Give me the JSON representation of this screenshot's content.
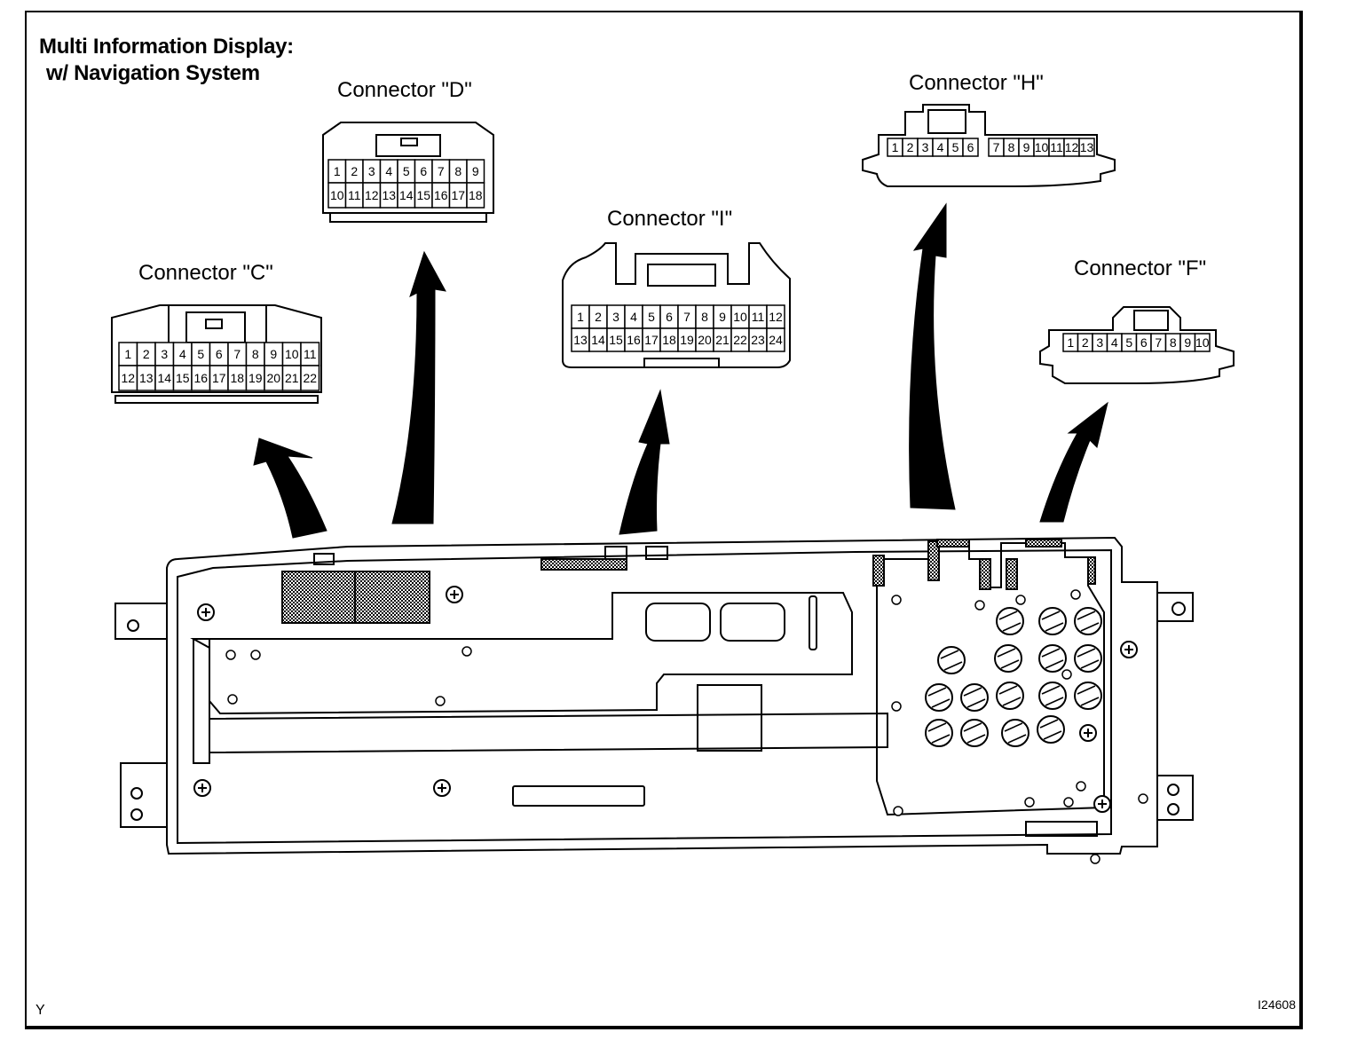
{
  "title": {
    "line1": "Multi Information Display:",
    "line2": "w/ Navigation System"
  },
  "connectors": [
    {
      "id": "C",
      "label": "Connector \"C\"",
      "rows": [
        [
          "1",
          "2",
          "3",
          "4",
          "5",
          "6",
          "7",
          "8",
          "9",
          "10",
          "11"
        ],
        [
          "12",
          "13",
          "14",
          "15",
          "16",
          "17",
          "18",
          "19",
          "20",
          "21",
          "22"
        ]
      ]
    },
    {
      "id": "D",
      "label": "Connector \"D\"",
      "rows": [
        [
          "1",
          "2",
          "3",
          "4",
          "5",
          "6",
          "7",
          "8",
          "9"
        ],
        [
          "10",
          "11",
          "12",
          "13",
          "14",
          "15",
          "16",
          "17",
          "18"
        ]
      ]
    },
    {
      "id": "I",
      "label": "Connector \"I\"",
      "rows": [
        [
          "1",
          "2",
          "3",
          "4",
          "5",
          "6",
          "7",
          "8",
          "9",
          "10",
          "11",
          "12"
        ],
        [
          "13",
          "14",
          "15",
          "16",
          "17",
          "18",
          "19",
          "20",
          "21",
          "22",
          "23",
          "24"
        ]
      ]
    },
    {
      "id": "H",
      "label": "Connector \"H\"",
      "rows": [
        [
          "1",
          "2",
          "3",
          "4",
          "5",
          "6"
        ],
        [
          "7",
          "8",
          "9",
          "10",
          "11",
          "12",
          "13"
        ]
      ]
    },
    {
      "id": "F",
      "label": "Connector \"F\"",
      "rows": [
        [
          "1",
          "2",
          "3",
          "4",
          "5",
          "6",
          "7",
          "8",
          "9",
          "10"
        ]
      ]
    }
  ],
  "figure_id": "I24608",
  "corner_mark": "Y"
}
